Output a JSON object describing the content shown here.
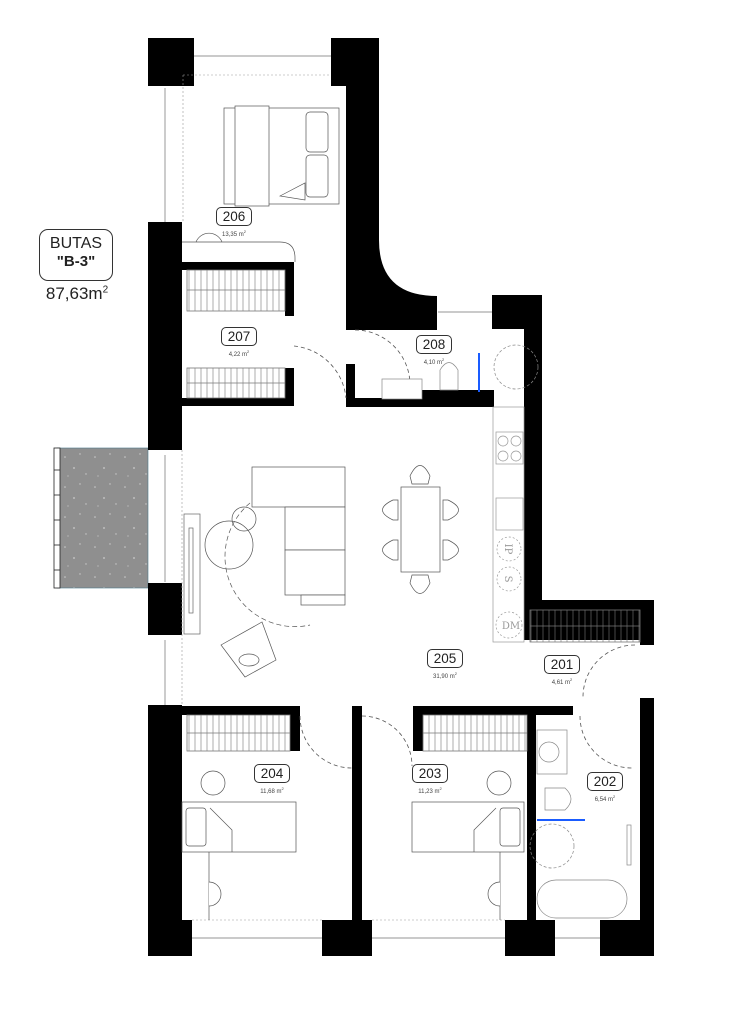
{
  "apartment": {
    "title": "BUTAS",
    "code": "\"B-3\"",
    "total_area": "87,63",
    "area_unit": "m",
    "area_unit_sup": "2"
  },
  "rooms": [
    {
      "id": "201",
      "number": "201",
      "area": "4,61 m",
      "sup": "2",
      "type": "hallway"
    },
    {
      "id": "202",
      "number": "202",
      "area": "6,54 m",
      "sup": "2",
      "type": "bathroom"
    },
    {
      "id": "203",
      "number": "203",
      "area": "11,23 m",
      "sup": "2",
      "type": "bedroom"
    },
    {
      "id": "204",
      "number": "204",
      "area": "11,68 m",
      "sup": "2",
      "type": "bedroom"
    },
    {
      "id": "205",
      "number": "205",
      "area": "31,90 m",
      "sup": "2",
      "type": "living-kitchen"
    },
    {
      "id": "206",
      "number": "206",
      "area": "13,35 m",
      "sup": "2",
      "type": "master-bedroom"
    },
    {
      "id": "207",
      "number": "207",
      "area": "4,22 m",
      "sup": "2",
      "type": "wardrobe"
    },
    {
      "id": "208",
      "number": "208",
      "area": "4,10 m",
      "sup": "2",
      "type": "wc"
    }
  ],
  "kitchen_appliances": [
    {
      "label": "IP",
      "name": "induction-plate"
    },
    {
      "label": "S",
      "name": "sink"
    },
    {
      "label": "DM",
      "name": "dishwasher"
    }
  ],
  "colors": {
    "wall": "#000000",
    "balcony": "#8c8c8c",
    "line": "#555555",
    "accent_shower_glass": "#1a5cff",
    "text": "#222222"
  }
}
